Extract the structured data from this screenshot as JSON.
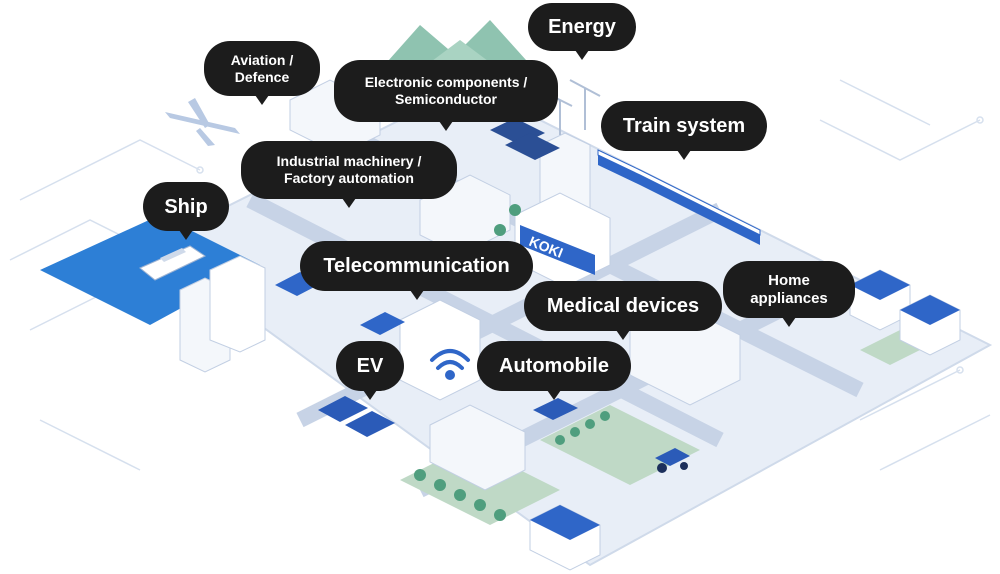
{
  "labels": {
    "energy": "Energy",
    "aviation_line1": "Aviation /",
    "aviation_line2": "Defence",
    "electronic_line1": "Electronic components /",
    "electronic_line2": "Semiconductor",
    "train": "Train system",
    "industrial_line1": "Industrial machinery /",
    "industrial_line2": "Factory automation",
    "ship": "Ship",
    "telecom": "Telecommunication",
    "medical": "Medical devices",
    "home_line1": "Home",
    "home_line2": "appliances",
    "ev": "EV",
    "automobile": "Automobile"
  },
  "building_sign": "KOKI",
  "colors": {
    "bubble": "#1c1c1c",
    "ground": "#e8eef7",
    "road": "#c7d3e6",
    "building": "#f4f7fb",
    "accent_blue": "#2f66c8",
    "water": "#2d7fd6",
    "mountain": "#8fc3b0",
    "grass": "#bfd9c6"
  }
}
